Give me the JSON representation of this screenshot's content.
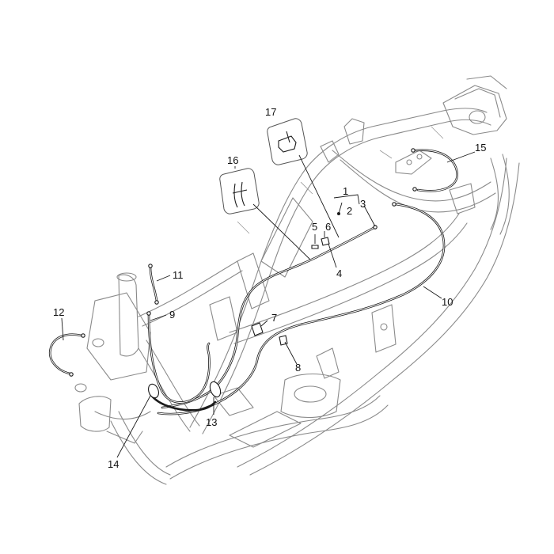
{
  "callouts": {
    "c1": "1",
    "c2": "2",
    "c3": "3",
    "c4": "4",
    "c5": "5",
    "c6": "6",
    "c7": "7",
    "c8": "8",
    "c9": "9",
    "c10": "10",
    "c11": "11",
    "c12": "12",
    "c13": "13",
    "c14": "14",
    "c15": "15",
    "c16": "16",
    "c17": "17"
  },
  "colors": {
    "frame": "#8a8a8a",
    "cable": "#1a1a1a",
    "background": "#ffffff"
  }
}
